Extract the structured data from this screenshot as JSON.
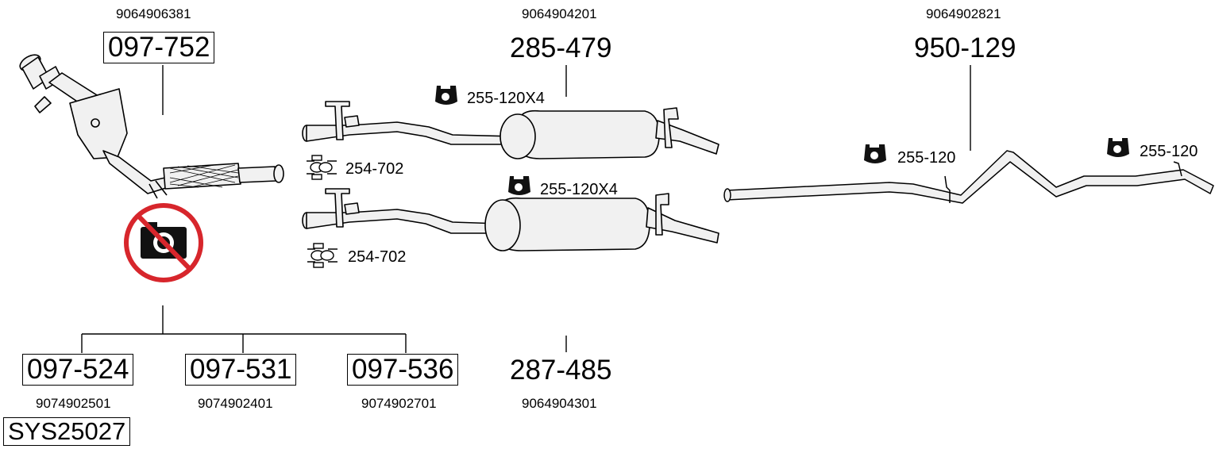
{
  "parts": {
    "catalyst": {
      "oem": "9064906381",
      "number": "097-752"
    },
    "front_muffler": {
      "oem": "9064904201",
      "number": "285-479"
    },
    "rear_pipe": {
      "oem": "9064902821",
      "number": "950-129"
    },
    "alt_1": {
      "oem": "9074902501",
      "number": "097-524"
    },
    "alt_2": {
      "oem": "9074902401",
      "number": "097-531"
    },
    "alt_3": {
      "oem": "9074902701",
      "number": "097-536"
    },
    "alt_muffler": {
      "oem": "9064904301",
      "number": "287-485"
    }
  },
  "system": {
    "number": "SYS25027"
  },
  "accessories": {
    "hanger_muffler_top": "255-120X4",
    "hanger_muffler_bottom": "255-120X4",
    "clamp_top": "254-702",
    "clamp_bottom": "254-702",
    "hanger_pipe_left": "255-120",
    "hanger_pipe_right": "255-120"
  },
  "icons": {
    "no_photo": "no-camera-icon",
    "hanger": "rubber-hanger-icon",
    "clamp": "clamp-icon"
  },
  "colors": {
    "prohibited": "#d7262c",
    "line": "#000000",
    "part_fill": "#f1f1f1"
  }
}
